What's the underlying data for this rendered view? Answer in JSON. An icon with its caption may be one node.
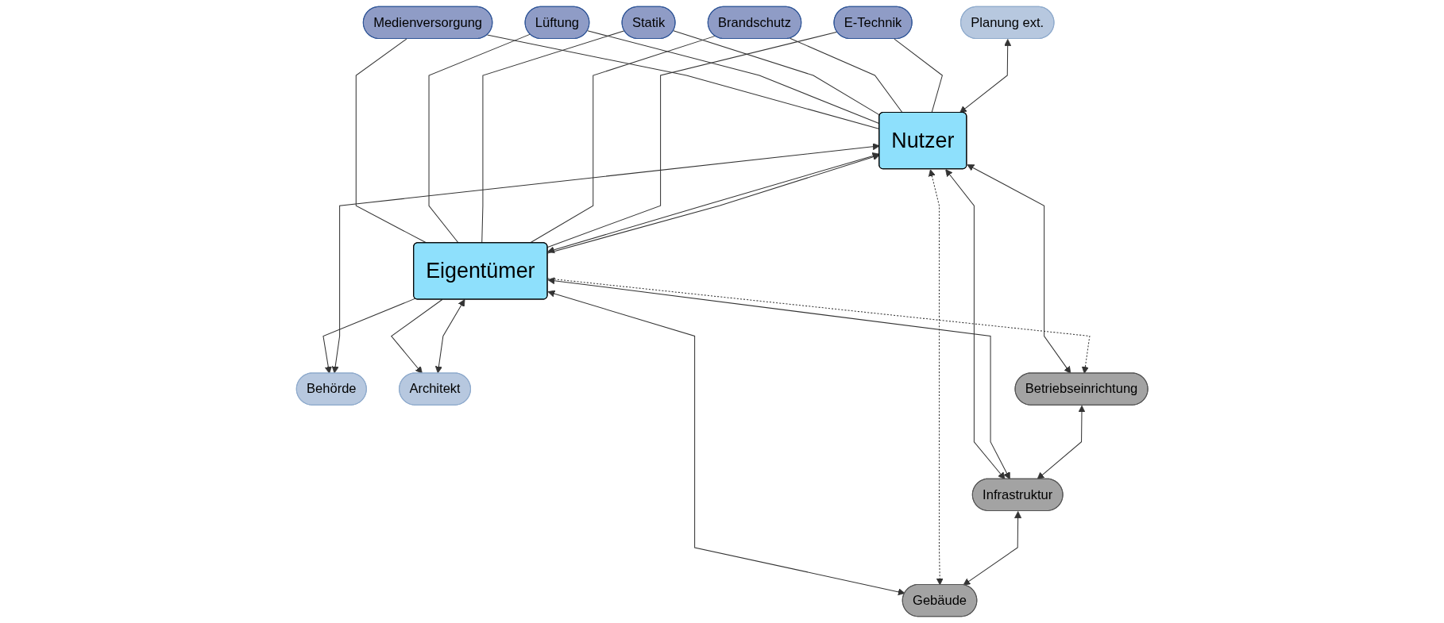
{
  "diagram": {
    "nodes": [
      {
        "text": [
          "Medienversorgung"
        ]
      },
      {
        "text": [
          "Lüftung"
        ]
      },
      {
        "text": [
          "Statik"
        ]
      },
      {
        "text": [
          "Brandschutz"
        ]
      },
      {
        "text": [
          "E-Technik"
        ]
      },
      {
        "text": [
          "Behörde"
        ]
      },
      {
        "text": [
          "Architekt"
        ]
      },
      {
        "text": [
          "Nutzer"
        ]
      },
      {
        "text": [
          "Eigentümer"
        ]
      },
      {
        "text": [
          "Planung ext."
        ]
      },
      {
        "text": [
          "Betriebseinrichtung"
        ]
      },
      {
        "text": [
          "Infrastruktur"
        ]
      },
      {
        "text": [
          "Gebäude"
        ]
      }
    ],
    "edges": [
      {
        "from": 0,
        "to": 7,
        "arrow": "none"
      },
      {
        "from": 0,
        "to": 8,
        "arrow": "none"
      },
      {
        "from": 1,
        "to": 7,
        "arrow": "none"
      },
      {
        "from": 1,
        "to": 8,
        "arrow": "none"
      },
      {
        "from": 2,
        "to": 7,
        "arrow": "none"
      },
      {
        "from": 2,
        "to": 8,
        "arrow": "none"
      },
      {
        "from": 3,
        "to": 7,
        "arrow": "none"
      },
      {
        "from": 3,
        "to": 8,
        "arrow": "none"
      },
      {
        "from": 4,
        "to": 7,
        "arrow": "none"
      },
      {
        "from": 4,
        "to": 8,
        "arrow": "none"
      },
      {
        "from": 8,
        "to": 5,
        "arrow": "to"
      },
      {
        "from": 8,
        "to": 6,
        "arrow": "to"
      },
      {
        "from": 5,
        "to": 7,
        "arrow": "both"
      },
      {
        "from": 9,
        "to": 7,
        "arrow": "both"
      },
      {
        "from": 8,
        "to": 7,
        "arrow": "to"
      },
      {
        "from": 7,
        "to": 8,
        "arrow": "both"
      },
      {
        "from": 6,
        "to": 8,
        "arrow": "both"
      },
      {
        "from": 7,
        "to": 10,
        "arrow": "both"
      },
      {
        "from": 7,
        "to": 11,
        "arrow": "both"
      },
      {
        "from": 8,
        "to": 11,
        "arrow": "both"
      },
      {
        "from": 8,
        "to": 12,
        "arrow": "both"
      },
      {
        "from": 7,
        "to": 12,
        "arrow": "both",
        "style": "dashed"
      },
      {
        "from": 8,
        "to": 10,
        "arrow": "to",
        "style": "dashed"
      },
      {
        "from": 10,
        "to": 11,
        "arrow": "both"
      },
      {
        "from": 11,
        "to": 12,
        "arrow": "both"
      }
    ]
  }
}
